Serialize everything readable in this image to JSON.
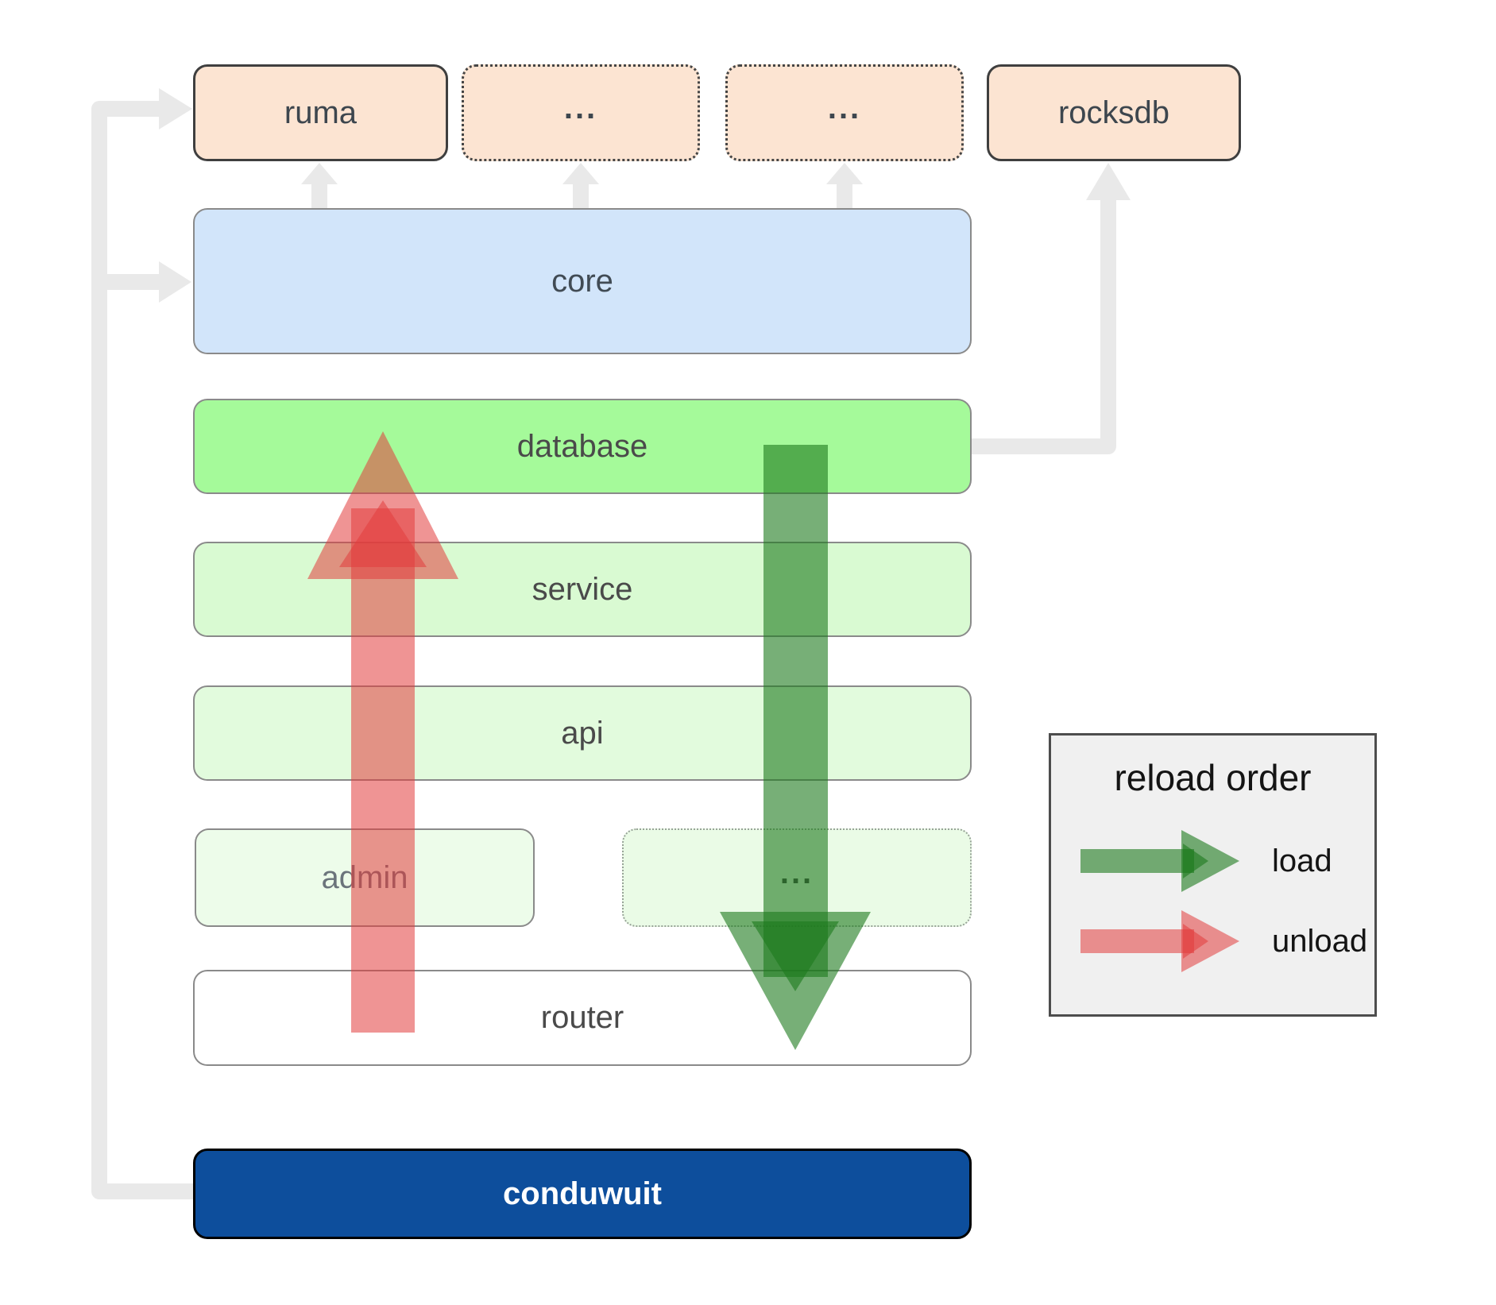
{
  "labels": {
    "ruma": "ruma",
    "dots": "...",
    "rocksdb": "rocksdb",
    "core": "core",
    "database": "database",
    "service": "service",
    "api": "api",
    "admin": "admin",
    "router": "router",
    "conduwuit": "conduwuit"
  },
  "legend": {
    "title": "reload order",
    "load": "load",
    "unload": "unload"
  },
  "colors": {
    "load_arrow_green": "#1d7a1d",
    "unload_arrow_red": "#e23c3c",
    "conduwuit_blue": "#0d4e9c",
    "database_green": "#a5fa9a",
    "service_green": "#d9fad2",
    "api_green": "#e2fbdd",
    "core_blue": "#d2e5fa",
    "module_peach": "#fce4d2",
    "connector_gray": "#e9e9e9"
  }
}
